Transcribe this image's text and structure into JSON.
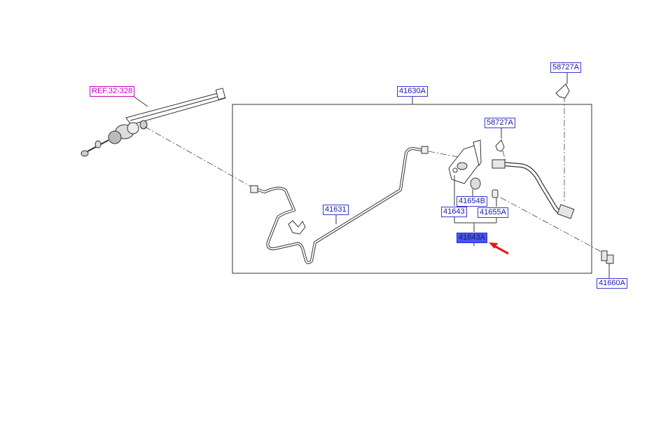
{
  "diagram": {
    "labels": {
      "ref": "REF.32-328",
      "assembly": "41630A",
      "clip_top": "58727A",
      "clip_mid": "58727A",
      "pipe": "41631",
      "grommet": "41654B",
      "bracket": "41643",
      "plug": "41655A",
      "selected": "41643A",
      "bolt": "41660A"
    },
    "colors": {
      "line": "#333333",
      "label_text": "#1a1aa8",
      "label_border": "#3a3ad0",
      "ref_text": "#c000c0",
      "highlight": "#4a56ee",
      "arrow": "#e01818"
    }
  }
}
